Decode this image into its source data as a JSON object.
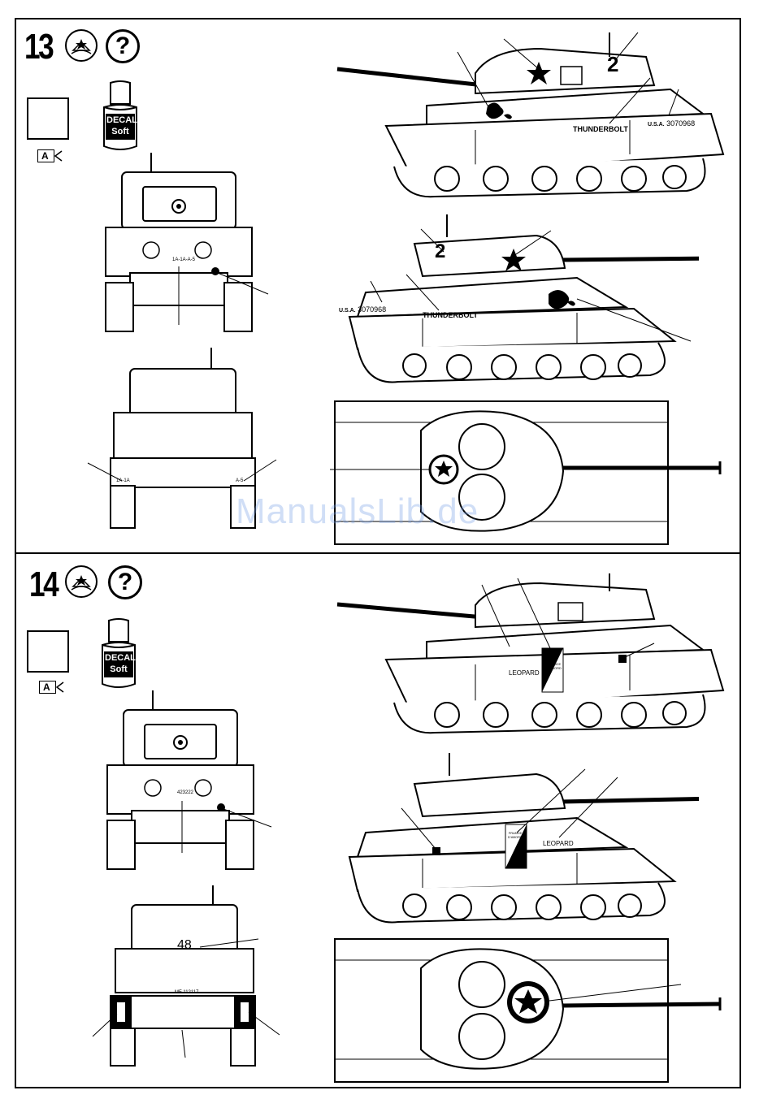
{
  "steps": [
    {
      "number": "13",
      "help_symbol": "?",
      "paint_code": "A",
      "decal_product": {
        "line1": "DECAL",
        "line2": "Soft"
      },
      "markings": {
        "name": "THUNDERBOLT",
        "serial_prefix": "U.S.A.",
        "serial": "3070968",
        "turret_number": "2",
        "rear_code_left": "1A-1A",
        "rear_code_right": "A-5"
      }
    },
    {
      "number": "14",
      "help_symbol": "?",
      "paint_code": "A",
      "decal_product": {
        "line1": "DECAL",
        "line2": "Soft"
      },
      "markings": {
        "name": "LEOPARD",
        "flag_line1": "FRANCE",
        "flag_line2": "D'ABORD",
        "rear_number": "48",
        "rear_plate": "MF 112117",
        "front_plate": "423222"
      }
    }
  ],
  "watermark": "ManualsLib.de"
}
